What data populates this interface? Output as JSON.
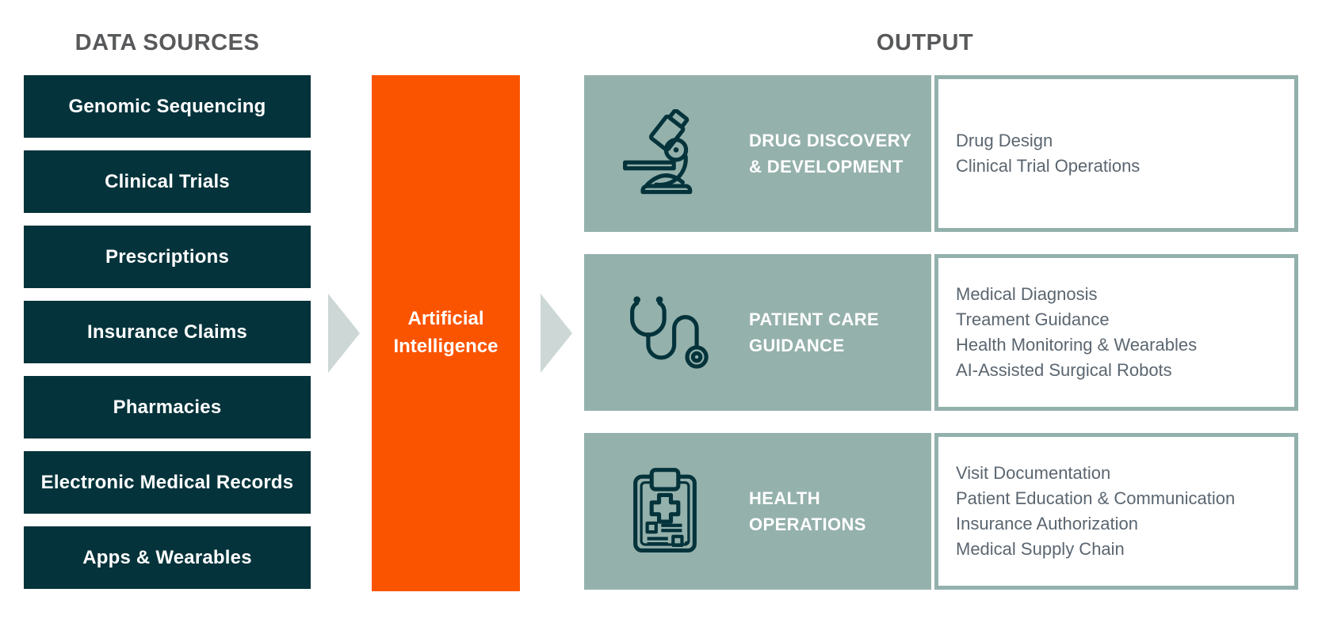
{
  "titles": {
    "data_sources": "DATA SOURCES",
    "output": "OUTPUT"
  },
  "data_sources": [
    "Genomic Sequencing",
    "Clinical Trials",
    "Prescriptions",
    "Insurance Claims",
    "Pharmacies",
    "Electronic Medical Records",
    "Apps & Wearables"
  ],
  "ai": {
    "label": "Artificial Intelligence"
  },
  "outputs": [
    {
      "icon": "microscope-icon",
      "title": "DRUG DISCOVERY\n& DEVELOPMENT",
      "items": [
        "Drug Design",
        "Clinical Trial Operations"
      ]
    },
    {
      "icon": "stethoscope-icon",
      "title": "PATIENT CARE\nGUIDANCE",
      "items": [
        "Medical Diagnosis",
        "Treament Guidance",
        "Health Monitoring & Wearables",
        "AI-Assisted Surgical Robots"
      ]
    },
    {
      "icon": "clipboard-icon",
      "title": "HEALTH\nOPERATIONS",
      "items": [
        "Visit Documentation",
        "Patient Education & Communication",
        "Insurance Authorization",
        "Medical Supply Chain"
      ]
    }
  ],
  "colors": {
    "dark_teal": "#04333B",
    "orange": "#FB5400",
    "sage": "#95B1AC",
    "arrow_gray": "#CDD7D6",
    "heading_gray": "#58595B",
    "list_text_gray": "#5B6670"
  }
}
